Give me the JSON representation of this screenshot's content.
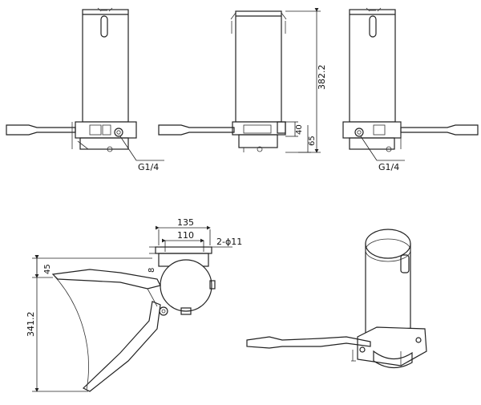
{
  "labels": {
    "thread_front_left": "G1/4",
    "thread_front_right": "G1/4",
    "height_total": "382.2",
    "dim_40": "40",
    "dim_65": "65",
    "dim_135": "135",
    "dim_110": "110",
    "hole_spec": "2-ϕ11",
    "dim_8": "8",
    "dim_45": "45",
    "dim_341": "341.2"
  }
}
